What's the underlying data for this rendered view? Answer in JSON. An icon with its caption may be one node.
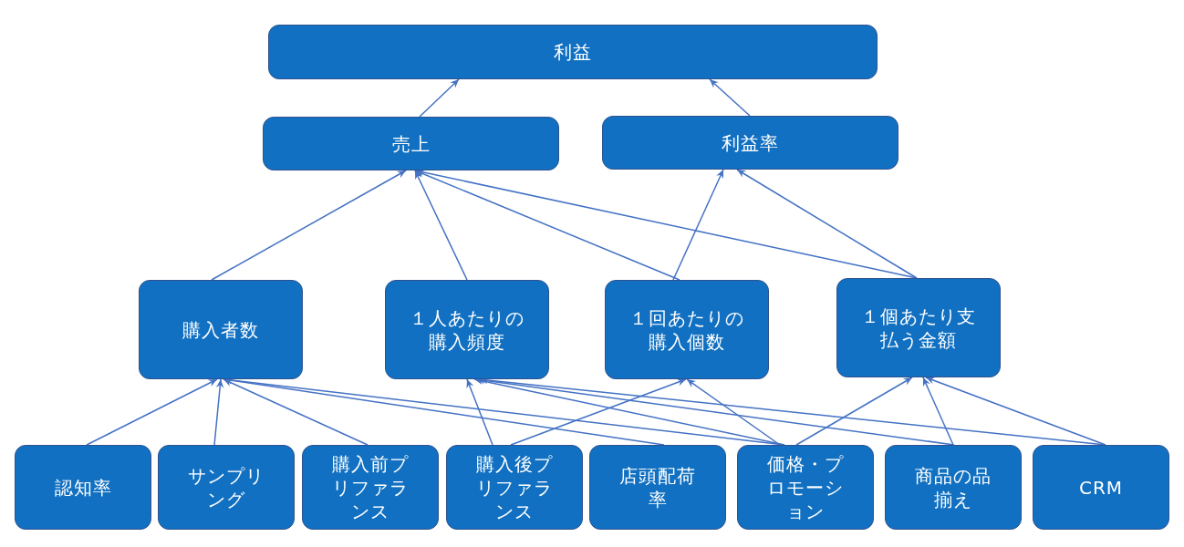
{
  "diagram": {
    "nodes": [
      {
        "text": [
          "利益"
        ]
      },
      {
        "text": [
          "売上"
        ]
      },
      {
        "text": [
          "利益率"
        ]
      },
      {
        "text": [
          "購入者数"
        ]
      },
      {
        "text": [
          "１人あたりの購入頻度"
        ]
      },
      {
        "text": [
          "１回あたりの購入個数"
        ]
      },
      {
        "text": [
          "１個あたり支払う金額"
        ]
      },
      {
        "text": [
          "認知率"
        ]
      },
      {
        "text": [
          "サンプリング"
        ]
      },
      {
        "text": [
          "購入前プリファランス"
        ]
      },
      {
        "text": [
          "購入後プリファランス"
        ]
      },
      {
        "text": [
          "店頭配荷率"
        ]
      },
      {
        "text": [
          "価格・プロモーション"
        ]
      },
      {
        "text": [
          "商品の品揃え"
        ]
      },
      {
        "text": [
          "CRM"
        ]
      }
    ],
    "edges": [
      {
        "from": 1,
        "to": 0,
        "arrow": "to"
      },
      {
        "from": 2,
        "to": 0,
        "arrow": "to"
      },
      {
        "from": 3,
        "to": 1,
        "arrow": "to"
      },
      {
        "from": 4,
        "to": 1,
        "arrow": "to"
      },
      {
        "from": 5,
        "to": 1,
        "arrow": "to"
      },
      {
        "from": 5,
        "to": 2,
        "arrow": "to"
      },
      {
        "from": 6,
        "to": 1,
        "arrow": "to"
      },
      {
        "from": 6,
        "to": 2,
        "arrow": "to"
      },
      {
        "from": 7,
        "to": 3,
        "arrow": "to"
      },
      {
        "from": 8,
        "to": 3,
        "arrow": "to"
      },
      {
        "from": 9,
        "to": 3,
        "arrow": "to"
      },
      {
        "from": 11,
        "to": 3,
        "arrow": "to"
      },
      {
        "from": 12,
        "to": 3,
        "arrow": "to"
      },
      {
        "from": 10,
        "to": 4,
        "arrow": "to"
      },
      {
        "from": 12,
        "to": 4,
        "arrow": "to"
      },
      {
        "from": 13,
        "to": 4,
        "arrow": "to"
      },
      {
        "from": 14,
        "to": 4,
        "arrow": "to"
      },
      {
        "from": 10,
        "to": 5,
        "arrow": "to"
      },
      {
        "from": 12,
        "to": 5,
        "arrow": "to"
      },
      {
        "from": 12,
        "to": 6,
        "arrow": "to"
      },
      {
        "from": 13,
        "to": 6,
        "arrow": "to"
      },
      {
        "from": 14,
        "to": 6,
        "arrow": "to"
      }
    ]
  }
}
